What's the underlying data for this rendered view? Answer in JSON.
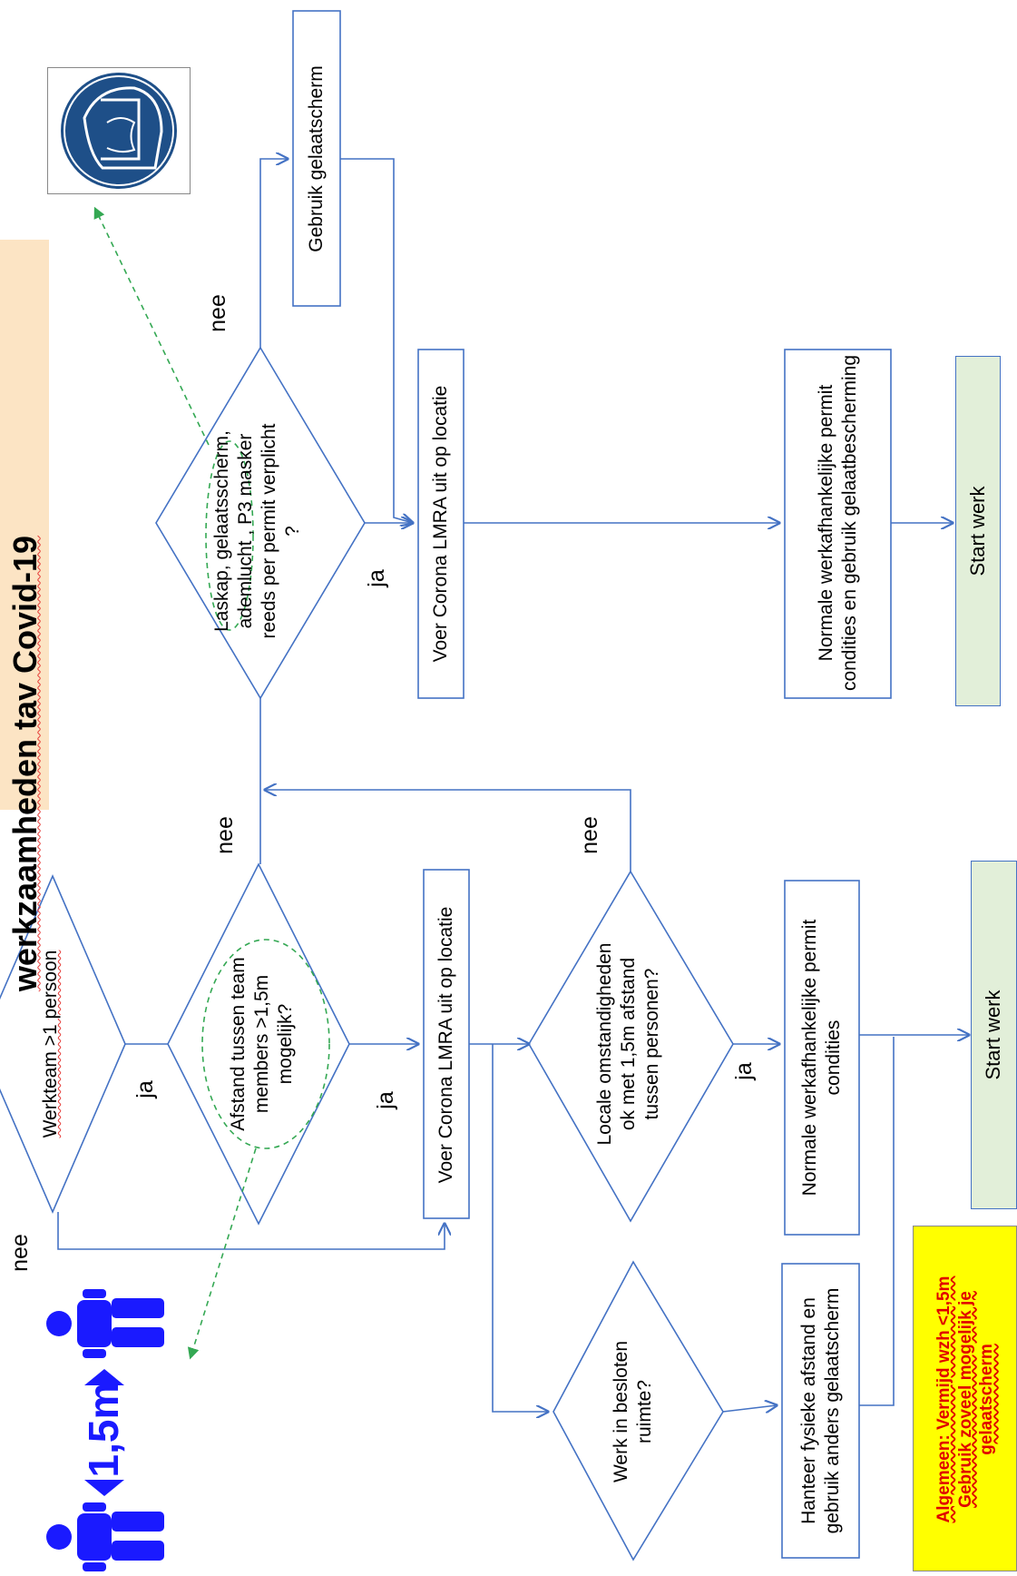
{
  "title": "werkzaamheden tav Covid-19",
  "distance_icon_text": "1,5m",
  "nodes": {
    "werkteam": "Werkteam >1 persoon",
    "afstand": "Afstand tussen team members >1,5m mogelijk?",
    "lmra_left": "Voer Corona LMRA uit op locatie",
    "locale": "Locale omstandigheden ok met 1,5m afstand tussen personen?",
    "werk_besloten": "Werk in besloten ruimte?",
    "hanteer": "Hanteer fysieke afstand en gebruik anders gelaatscherm",
    "normale_left": "Normale werkafhankelijke permit condities",
    "start_left": "Start werk",
    "laskap": "Laskap, gelaatsscherm, ademlucht , P3 masker reeds per permit verplicht ?",
    "gebruik_gelaatscherm": "Gebruik gelaatscherm",
    "lmra_right": "Voer Corona LMRA uit op locatie",
    "normale_right": "Normale werkafhankelijke permit condities en gebruik gelaatbescherming",
    "start_right": "Start werk"
  },
  "edge_labels": {
    "nee_werkteam": "nee",
    "ja_werkteam": "ja",
    "nee_afstand": "nee",
    "ja_afstand": "ja",
    "nee_locale": "nee",
    "ja_locale": "ja",
    "nee_laskap": "nee",
    "ja_laskap": "ja"
  },
  "general_note": [
    "Algemeen: Vermijd wzh <1,5m",
    "Gebruik zoveel mogelijk je",
    "gelaatscherm"
  ],
  "colors": {
    "shape_line": "#4472c4",
    "dashed": "#34a853",
    "person": "#1a1aff",
    "title_bg": "#fce4c4",
    "start_bg": "#e2efd9",
    "note_bg": "#ffff00",
    "note_text": "#e00000",
    "sign_bg": "#1e4f88"
  },
  "icons": [
    "distance-1-5m-icon",
    "face-shield-mandatory-icon"
  ]
}
